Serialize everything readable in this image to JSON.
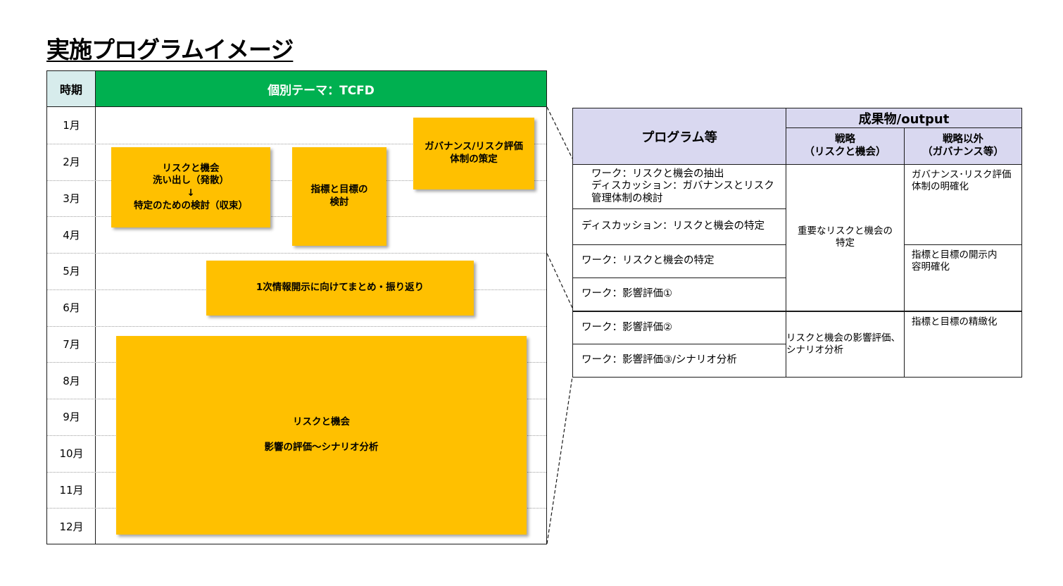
{
  "title": "実施プログラムイメージ",
  "schedule": {
    "period_header": "時期",
    "theme_header": "個別テーマ：TCFD",
    "months": [
      "1月",
      "2月",
      "3月",
      "4月",
      "5月",
      "6月",
      "7月",
      "8月",
      "9月",
      "10月",
      "11月",
      "12月"
    ],
    "boxes": {
      "risk_opportunity_extraction": "リスクと機会\n洗い出し（発散）\n↓\n特定のための検討（収束）",
      "metrics_targets": "指標と目標の\n検討",
      "governance": "ガバナンス/リスク評価\n体制の策定",
      "first_disclosure": "1次情報開示に向けてまとめ・振り返り",
      "impact_title": "リスクと機会",
      "impact_subtitle": "影響の評価～シナリオ分析"
    }
  },
  "deliverables": {
    "program_header": "プログラム等",
    "output_header": "成果物/output",
    "strategy_header": "戦略\n（リスクと機会）",
    "other_header": "戦略以外\n（ガバナンス等）",
    "rows": [
      "ワーク：リスクと機会の抽出\nディスカッション：ガバナンスとリスク管理体制の検討",
      "ディスカッション：リスクと機会の特定",
      "ワーク：リスクと機会の特定",
      "ワーク：影響評価①",
      "ワーク：影響評価②",
      "ワーク：影響評価③/シナリオ分析"
    ],
    "strategy_outcomes": [
      "重要なリスクと機会の\n特定",
      "リスクと機会の影響評価、\nシナリオ分析"
    ],
    "other_outcomes": [
      "ガバナンス･リスク評価\n体制の明確化",
      "指標と目標の開示内\n容明確化",
      "指標と目標の精緻化"
    ]
  }
}
